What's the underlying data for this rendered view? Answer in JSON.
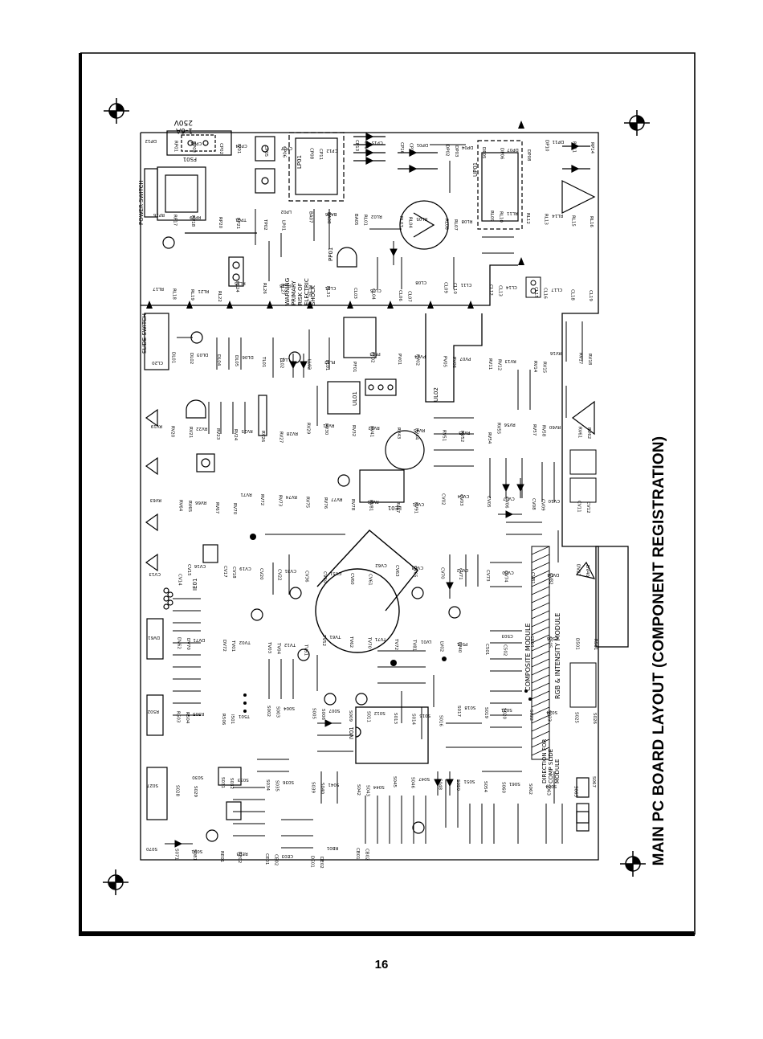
{
  "page": {
    "title": "MAIN PC BOARD LAYOUT (COMPONENT REGISTRATION)",
    "page_number": "16"
  },
  "diagram": {
    "switches": {
      "power_switch": "POWER SWITCH",
      "slide_switch": "SLIDE SWITCH"
    },
    "fuse": {
      "rating": "1-6A",
      "voltage": "250V",
      "ref": "FS01"
    },
    "warning_text": [
      "WARNING",
      "PRIMARY",
      "RISK OF",
      "ELECTRIC",
      "SHOCK"
    ],
    "modules": {
      "composite": "COMPOSITE MODULE",
      "rgb": "RGB & INTENSITY MODULE",
      "direction": [
        "DIRECTION FOR",
        "COMP SLIDE",
        "MODULE"
      ]
    },
    "chip_labels": [
      "UL01",
      "UL02",
      "UP01",
      "LP01",
      "IV01",
      "LE01",
      "IE01",
      "PP01"
    ],
    "designators": [
      "DP12",
      "RP01",
      "RP02",
      "CP01",
      "CP02",
      "IV01",
      "CP04",
      "CP05",
      "CP06",
      "CP07",
      "CP08",
      "CP11",
      "CP12",
      "CP13",
      "CP14",
      "CP15",
      "CP16",
      "CP17",
      "DP01",
      "DP02",
      "DP03",
      "DP04",
      "DP05",
      "DP06",
      "DP07",
      "DP08",
      "DP10",
      "DP11",
      "RP11",
      "RP14",
      "RP16",
      "RP17",
      "RP18",
      "RP19",
      "RP20",
      "RP21",
      "TP01",
      "TP02",
      "LP01",
      "LP02",
      "BA07",
      "BA08",
      "BA06",
      "BA05",
      "RL01",
      "RL02",
      "RL03",
      "RL04",
      "RL05",
      "RL06",
      "RL07",
      "RL08",
      "RL09",
      "RL10",
      "RL11",
      "RL12",
      "RL13",
      "RL14",
      "RL15",
      "RL16",
      "RL17",
      "RL18",
      "RL19",
      "RL21",
      "RL22",
      "RL24",
      "RL25",
      "RL26",
      "RL27",
      "RL28",
      "RL30",
      "RL31",
      "CL01",
      "CL03",
      "CL04",
      "CL05",
      "CL06",
      "CL07",
      "CL08",
      "CL09",
      "CL10",
      "CL11",
      "CL12",
      "CL13",
      "CL14",
      "CL15",
      "CL16",
      "CL17",
      "CL18",
      "CL19",
      "CL20",
      "DL01",
      "DL02",
      "DL03",
      "DL04",
      "DL05",
      "DL06",
      "TL01",
      "TL02",
      "LL01",
      "LL02",
      "PL01",
      "PL02",
      "PF01",
      "PF02",
      "PF03",
      "PV01",
      "PV02",
      "PV04",
      "PV05",
      "PV06",
      "PV07",
      "RV11",
      "RV12",
      "RV13",
      "RV14",
      "RV15",
      "RV16",
      "RV17",
      "RV18",
      "RV19",
      "RV20",
      "RV21",
      "RV22",
      "RV23",
      "RV24",
      "RV25",
      "RV26",
      "RV27",
      "RV28",
      "RV29",
      "RV30",
      "RV31",
      "RV32",
      "RV41",
      "RV42",
      "RV43",
      "RV44",
      "RV45",
      "RV51",
      "RV52",
      "RV53",
      "RV54",
      "RV55",
      "RV56",
      "RV57",
      "RV58",
      "RV60",
      "RV61",
      "RV62",
      "RV63",
      "RV64",
      "RV65",
      "RV66",
      "RV67",
      "RV70",
      "RV71",
      "RV72",
      "RV73",
      "RV74",
      "RV75",
      "RV76",
      "RV77",
      "RV78",
      "RV81",
      "RV85",
      "RV87",
      "RV91",
      "CV01",
      "CV02",
      "CV03",
      "CV04",
      "CV05",
      "CV06",
      "CV07",
      "CV08",
      "CV09",
      "CV10",
      "CV11",
      "CV12",
      "CV13",
      "CV14",
      "CV15",
      "CV16",
      "CV17",
      "CV18",
      "CV19",
      "CV20",
      "CV22",
      "CV31",
      "CV36",
      "CV50",
      "CV51",
      "CV60",
      "CV61",
      "CV62",
      "CV63",
      "CV65",
      "CV68",
      "CV70",
      "CV71",
      "CV72",
      "CV73",
      "CV74",
      "CV80",
      "CV81",
      "CV82",
      "DV04",
      "DV21",
      "DV40",
      "DV61",
      "DV62",
      "DV70",
      "DV71",
      "DV72",
      "TV01",
      "TV02",
      "TV03",
      "TV04",
      "TV12",
      "TV51",
      "TV52",
      "TV61",
      "TV62",
      "TV70",
      "TV71",
      "TV72",
      "TV81",
      "LV01",
      "LV02",
      "LV40",
      "P501",
      "C501",
      "C502",
      "C503",
      "C504",
      "C505",
      "C506",
      "D501",
      "R501",
      "R502",
      "R503",
      "R504",
      "R505",
      "R506",
      "I501",
      "T501",
      "S002",
      "S003",
      "S004",
      "S005",
      "S006",
      "S007",
      "S009",
      "S011",
      "S012",
      "S013",
      "S014",
      "S015",
      "S016",
      "S017",
      "S018",
      "S019",
      "S020",
      "S021",
      "S022",
      "S023",
      "S024",
      "S025",
      "S026",
      "S027",
      "S028",
      "S029",
      "S030",
      "S031",
      "S032",
      "S033",
      "S034",
      "S035",
      "S036",
      "S039",
      "S040",
      "S041",
      "S042",
      "S043",
      "S044",
      "S045",
      "S046",
      "S047",
      "S048",
      "S050",
      "S051",
      "S054",
      "S060",
      "S061",
      "S062",
      "S063",
      "S064",
      "S065",
      "S067",
      "S070",
      "S071",
      "S081",
      "S091",
      "RE01",
      "RE02",
      "RE03",
      "CE01",
      "CE02",
      "CE03",
      "DE01",
      "DE02",
      "RB01",
      "CB01",
      "CB02"
    ]
  }
}
